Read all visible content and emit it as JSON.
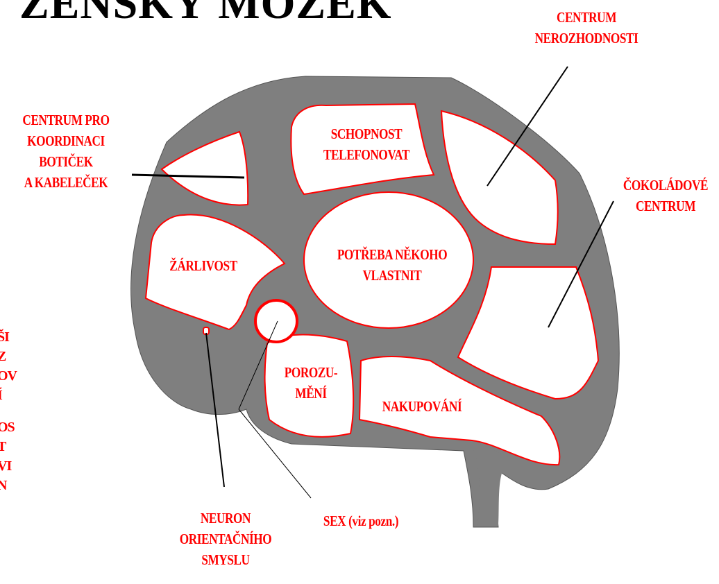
{
  "title": "ŽENSKÝ MOZEK",
  "colors": {
    "brain_fill": "#7f7f7f",
    "region_fill": "#ffffff",
    "region_outline": "#ff0000",
    "label_text": "#ff0000",
    "pointer_lines": "#000000"
  },
  "regions": {
    "telefonovat": [
      "SCHOPNOST",
      "TELEFONOVAT"
    ],
    "potreba": [
      "POTŘEBA NĚKOHO",
      "VLASTNIT"
    ],
    "zarlivost": [
      "ŽÁRLIVOST"
    ],
    "porozumeni": [
      "POROZU-",
      "MĚNÍ"
    ],
    "nakupovani": [
      "NAKUPOVÁNÍ"
    ]
  },
  "callouts": {
    "nerozhodnost": [
      "CENTRUM",
      "NEROZHODNOSTI"
    ],
    "koordinace": [
      "CENTRUM PRO",
      "KOORDINACI",
      "BOTIČEK",
      "A KABELEČEK"
    ],
    "cokolada": [
      "ČOKOLÁDOVÉ",
      "CENTRUM"
    ],
    "neuron": [
      "NEURON",
      "ORIENTAČNÍHO",
      "SMYSLU"
    ],
    "sex": [
      "SEX (viz pozn.)"
    ]
  },
  "cut_text": [
    "ŠI",
    "Z",
    "OV",
    "Í",
    "OS",
    "T",
    "VI",
    "N"
  ]
}
